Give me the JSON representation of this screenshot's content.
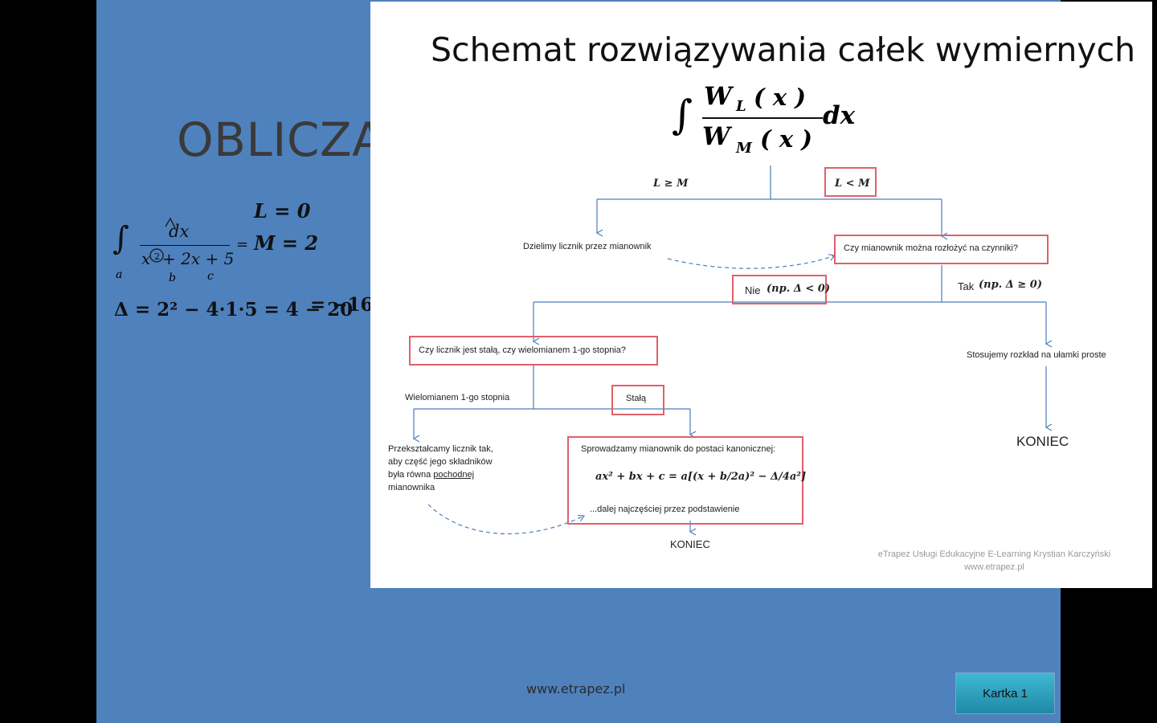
{
  "slide": {
    "title": "OBLICZA",
    "footer_url": "www.etrapez.pl",
    "button_label": "Kartka 1",
    "integral_num": "dx",
    "integral_den_a": "x",
    "integral_den_b": "+ 2x + 5",
    "integral_eq": "=",
    "L_eq": "L = 0",
    "M_eq": "M = 2",
    "delta_eq": "Δ = 2² − 4·1·5 = 4 − 20",
    "delta_result": "= −16",
    "hand_a": "a",
    "hand_b": "b",
    "hand_c": "c"
  },
  "diagram": {
    "title": "Schemat rozwiązywania całek wymiernych",
    "integral_top": "W",
    "integral_top_sub": "L",
    "integral_top_arg": "( x )",
    "integral_bot": "W",
    "integral_bot_sub": "M",
    "integral_bot_arg": "( x )",
    "integral_dx": "dx",
    "branch_left": "L ≥ M",
    "branch_right": "L < M",
    "divide": "Dzielimy licznik przez mianownik",
    "factor_q": "Czy mianownik można rozłożyć na czynniki?",
    "nie_label": "Nie",
    "nie_cond": "(np. Δ < 0)",
    "tak_label": "Tak",
    "tak_cond": "(np. Δ ≥ 0)",
    "numerator_q": "Czy licznik jest stałą, czy wielomianem 1-go stopnia?",
    "poly_label": "Wielomianem 1-go stopnia",
    "const_label": "Stałą",
    "partial_fractions": "Stosujemy rozkład na ułamki proste",
    "koniec_right": "KONIEC",
    "transform_line1": "Przekształcamy licznik tak,",
    "transform_line2": "aby część jego składników",
    "transform_line3": "była równa",
    "transform_line3b": "pochodnej",
    "transform_line4": "mianownika",
    "canonical_title": "Sprowadzamy mianownik do postaci kanonicznej:",
    "canonical_formula": "ax² + bx + c = a[(x + b/2a)² − Δ/4a²]",
    "canonical_note": "...dalej najczęściej przez podstawienie",
    "koniec_bottom": "KONIEC",
    "credit_line1": "eTrapez Usługi Edukacyjne E-Learning Krystian Karczyński",
    "credit_line2": "www.etrapez.pl"
  }
}
